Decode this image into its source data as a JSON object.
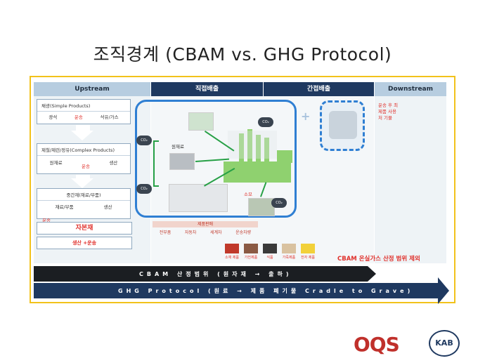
{
  "slide": {
    "title": "조직경계 (CBAM vs. GHG Protocol)"
  },
  "headers": {
    "upstream": "Upstream",
    "direct": "직접배출",
    "indirect": "간접배출",
    "downstream": "Downstream"
  },
  "upstream": {
    "box1_title": "채광(Simple Products)",
    "box1_items": [
      "광석",
      "운송",
      "석유/가스"
    ],
    "box2_title": "제철/제련/정유(Complex Products)",
    "box2_items": [
      "원재료",
      "운송",
      "생산"
    ],
    "box3_title": "중간재(재료/부품)",
    "box3_items": [
      "재료/부품",
      "생산"
    ],
    "transport": "운송",
    "capital_goods": "자본재",
    "production_transport": "생산 +운송"
  },
  "direct": {
    "raw_material": "원재료",
    "consumables": "소모",
    "co2": "CO₂"
  },
  "downstream": {
    "note": "운송 후 최 제품 사용 처 기물"
  },
  "sales": {
    "title": "제품판매",
    "items": [
      "전부품",
      "자동차",
      "세계차",
      "운송차량"
    ]
  },
  "products": [
    "소재 제품",
    "가전제품",
    "식품",
    "가죽제품",
    "전자 제품"
  ],
  "cbam_note": "CBAM 온실가스 산정 범위 제외",
  "band1": "CBAM 산정범위 (원자재 → 출하)",
  "band2": "GHG Protocol (원료 → 제품 폐기물 Cradle to Grave)",
  "colors": {
    "frame": "#f2c21b",
    "header_dark": "#1f3960",
    "header_light": "#b7cde0",
    "boundary": "#2f7fd3",
    "accent_red": "#e0302b"
  },
  "logos": {
    "oqs": "OQS",
    "kab": "KAB"
  }
}
